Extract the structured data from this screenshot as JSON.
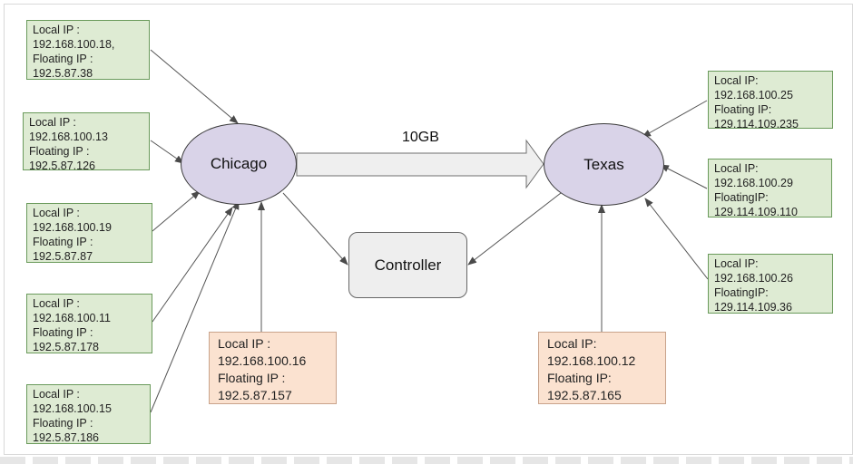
{
  "diagram": {
    "nodes": {
      "chicago": "Chicago",
      "texas": "Texas",
      "controller": "Controller"
    },
    "link_label": "10GB",
    "chicago_hosts": [
      [
        "Local IP :",
        "192.168.100.18,",
        "Floating IP :",
        "192.5.87.38"
      ],
      [
        "Local IP :",
        "192.168.100.13",
        "Floating IP :",
        "192.5.87.126"
      ],
      [
        "Local IP :",
        "192.168.100.19",
        "Floating IP :",
        "192.5.87.87"
      ],
      [
        "Local IP :",
        "192.168.100.11",
        "Floating IP :",
        "192.5.87.178"
      ],
      [
        "Local IP :",
        "192.168.100.15",
        "Floating IP :",
        "192.5.87.186"
      ]
    ],
    "chicago_main": [
      "Local IP :",
      "192.168.100.16",
      "Floating IP :",
      "192.5.87.157"
    ],
    "texas_hosts": [
      [
        "Local IP:",
        "192.168.100.25",
        "Floating IP:",
        "129.114.109.235"
      ],
      [
        "Local IP:",
        "192.168.100.29",
        "FloatingIP:",
        "129.114.109.110"
      ],
      [
        " Local IP:",
        "192.168.100.26",
        "FloatingIP:",
        "129.114.109.36"
      ]
    ],
    "texas_main": [
      "Local IP:",
      "192.168.100.12",
      "Floating IP:",
      "192.5.87.165"
    ]
  },
  "colors": {
    "host_box": "#deebd3",
    "main_box": "#fbe2d0",
    "site_node": "#d9d3e8",
    "controller": "#eeeeee"
  }
}
